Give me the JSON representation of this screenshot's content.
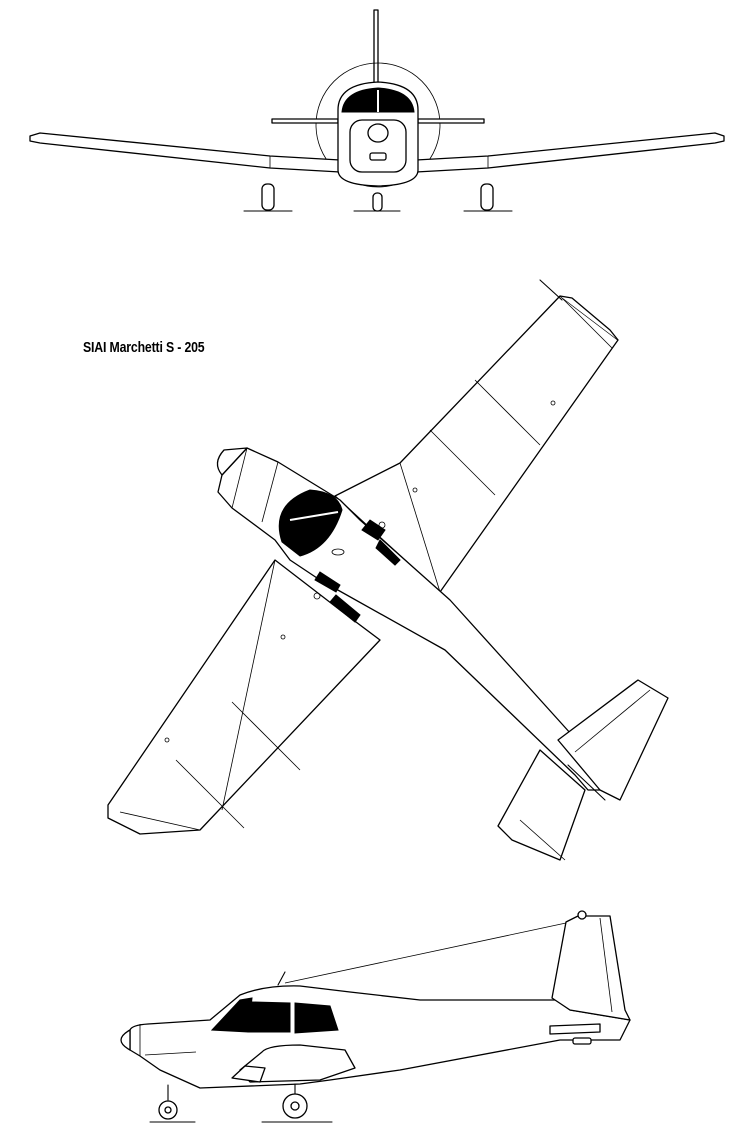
{
  "drawing": {
    "title": "SIAI Marchetti S - 205",
    "views": [
      "front-view",
      "top-view",
      "side-view"
    ],
    "colors": {
      "line": "#000000",
      "fill": "#ffffff",
      "glazing": "#000000"
    }
  }
}
